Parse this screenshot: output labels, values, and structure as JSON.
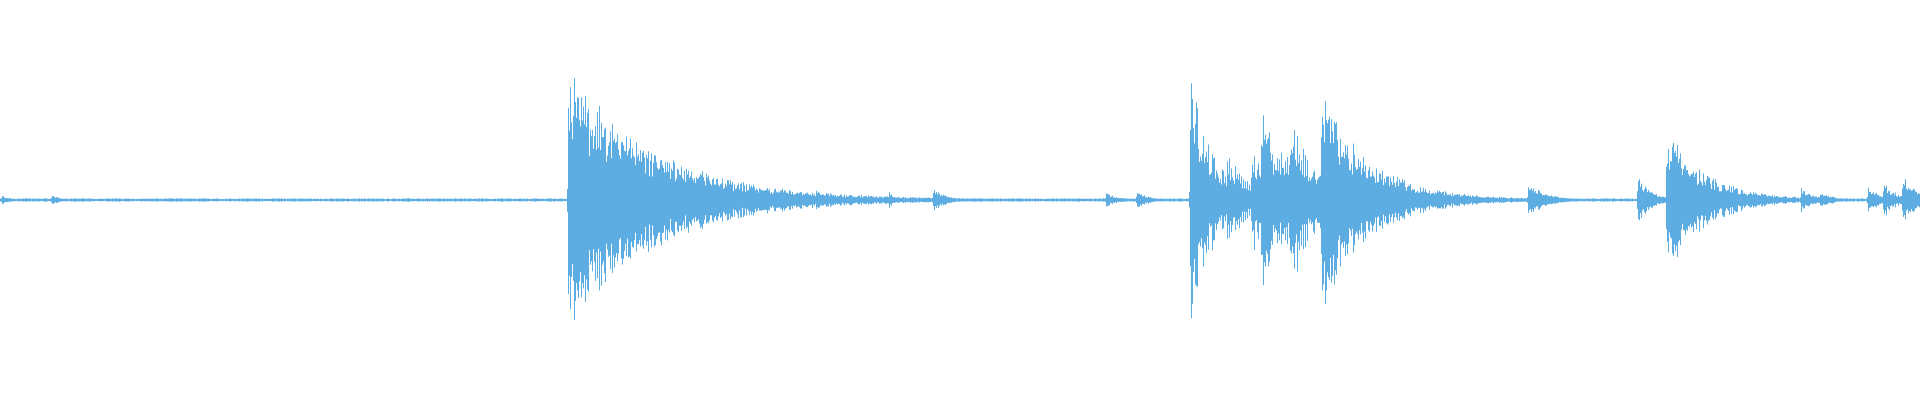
{
  "waveform": {
    "color": "#5dade2",
    "baseline_amplitude": 0.006,
    "events": [
      {
        "at": 0.001,
        "peak": 0.03,
        "decay": 0.004,
        "kind": "click"
      },
      {
        "at": 0.027,
        "peak": 0.04,
        "decay": 0.003,
        "kind": "click"
      },
      {
        "at": 0.296,
        "peak": 0.97,
        "decay": 0.045,
        "kind": "hit"
      },
      {
        "at": 0.318,
        "peak": 0.62,
        "decay": 0.03,
        "kind": "hit"
      },
      {
        "at": 0.355,
        "peak": 0.06,
        "decay": 0.01,
        "kind": "click"
      },
      {
        "at": 0.368,
        "peak": 0.1,
        "decay": 0.02,
        "kind": "click"
      },
      {
        "at": 0.395,
        "peak": 0.12,
        "decay": 0.006,
        "kind": "click"
      },
      {
        "at": 0.425,
        "peak": 0.07,
        "decay": 0.006,
        "kind": "click"
      },
      {
        "at": 0.463,
        "peak": 0.06,
        "decay": 0.003,
        "kind": "click"
      },
      {
        "at": 0.486,
        "peak": 0.09,
        "decay": 0.006,
        "kind": "click"
      },
      {
        "at": 0.576,
        "peak": 0.05,
        "decay": 0.006,
        "kind": "click"
      },
      {
        "at": 0.592,
        "peak": 0.06,
        "decay": 0.006,
        "kind": "click"
      },
      {
        "at": 0.62,
        "peak": 0.92,
        "decay": 0.012,
        "kind": "hit"
      },
      {
        "at": 0.639,
        "peak": 0.35,
        "decay": 0.012,
        "kind": "hit"
      },
      {
        "at": 0.652,
        "peak": 0.4,
        "decay": 0.01,
        "kind": "hit"
      },
      {
        "at": 0.657,
        "peak": 0.78,
        "decay": 0.01,
        "kind": "hit"
      },
      {
        "at": 0.667,
        "peak": 0.42,
        "decay": 0.012,
        "kind": "hit"
      },
      {
        "at": 0.672,
        "peak": 0.7,
        "decay": 0.012,
        "kind": "hit"
      },
      {
        "at": 0.688,
        "peak": 0.82,
        "decay": 0.025,
        "kind": "hit"
      },
      {
        "at": 0.737,
        "peak": 0.05,
        "decay": 0.004,
        "kind": "click"
      },
      {
        "at": 0.796,
        "peak": 0.14,
        "decay": 0.008,
        "kind": "click"
      },
      {
        "at": 0.853,
        "peak": 0.2,
        "decay": 0.006,
        "kind": "click"
      },
      {
        "at": 0.868,
        "peak": 0.55,
        "decay": 0.02,
        "kind": "hit"
      },
      {
        "at": 0.898,
        "peak": 0.08,
        "decay": 0.006,
        "kind": "click"
      },
      {
        "at": 0.938,
        "peak": 0.09,
        "decay": 0.006,
        "kind": "click"
      },
      {
        "at": 0.948,
        "peak": 0.06,
        "decay": 0.006,
        "kind": "click"
      },
      {
        "at": 0.973,
        "peak": 0.1,
        "decay": 0.006,
        "kind": "click"
      },
      {
        "at": 0.981,
        "peak": 0.14,
        "decay": 0.006,
        "kind": "click"
      },
      {
        "at": 0.991,
        "peak": 0.18,
        "decay": 0.008,
        "kind": "click"
      }
    ]
  }
}
